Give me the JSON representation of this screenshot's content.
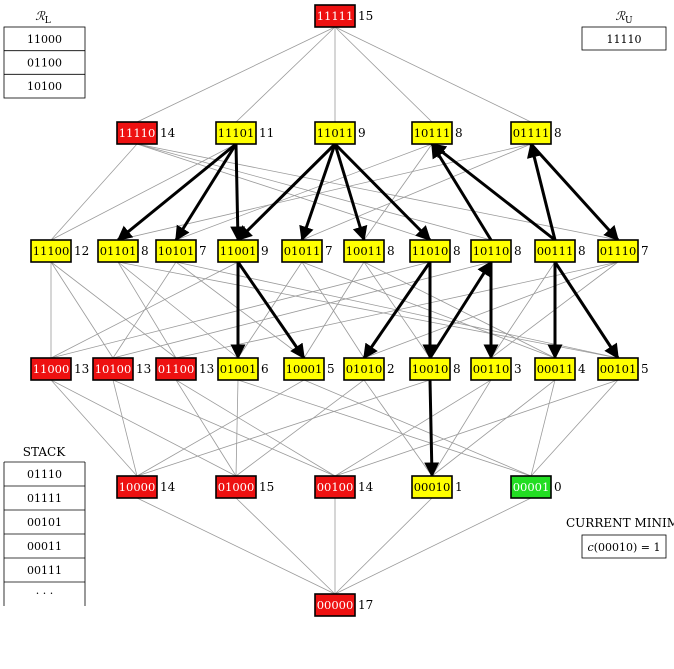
{
  "colors": {
    "red": "#ee1111",
    "yellow": "#ffff00",
    "green": "#22dd22",
    "edge": "#9a9a9a",
    "arrow": "#000000"
  },
  "nodes": [
    {
      "id": "11111",
      "cost": "15",
      "color": "red"
    },
    {
      "id": "11110",
      "cost": "14",
      "color": "red"
    },
    {
      "id": "11101",
      "cost": "11",
      "color": "yellow"
    },
    {
      "id": "11011",
      "cost": "9",
      "color": "yellow"
    },
    {
      "id": "10111",
      "cost": "8",
      "color": "yellow"
    },
    {
      "id": "01111",
      "cost": "8",
      "color": "yellow"
    },
    {
      "id": "11100",
      "cost": "12",
      "color": "yellow"
    },
    {
      "id": "01101",
      "cost": "8",
      "color": "yellow"
    },
    {
      "id": "10101",
      "cost": "7",
      "color": "yellow"
    },
    {
      "id": "11001",
      "cost": "9",
      "color": "yellow"
    },
    {
      "id": "01011",
      "cost": "7",
      "color": "yellow"
    },
    {
      "id": "10011",
      "cost": "8",
      "color": "yellow"
    },
    {
      "id": "11010",
      "cost": "8",
      "color": "yellow"
    },
    {
      "id": "10110",
      "cost": "8",
      "color": "yellow"
    },
    {
      "id": "00111",
      "cost": "8",
      "color": "yellow"
    },
    {
      "id": "01110",
      "cost": "7",
      "color": "yellow"
    },
    {
      "id": "11000",
      "cost": "13",
      "color": "red"
    },
    {
      "id": "10100",
      "cost": "13",
      "color": "red"
    },
    {
      "id": "01100",
      "cost": "13",
      "color": "red"
    },
    {
      "id": "01001",
      "cost": "6",
      "color": "yellow"
    },
    {
      "id": "10001",
      "cost": "5",
      "color": "yellow"
    },
    {
      "id": "01010",
      "cost": "2",
      "color": "yellow"
    },
    {
      "id": "10010",
      "cost": "8",
      "color": "yellow"
    },
    {
      "id": "00110",
      "cost": "3",
      "color": "yellow"
    },
    {
      "id": "00011",
      "cost": "4",
      "color": "yellow"
    },
    {
      "id": "00101",
      "cost": "5",
      "color": "yellow"
    },
    {
      "id": "10000",
      "cost": "14",
      "color": "red"
    },
    {
      "id": "01000",
      "cost": "15",
      "color": "red"
    },
    {
      "id": "00100",
      "cost": "14",
      "color": "red"
    },
    {
      "id": "00010",
      "cost": "1",
      "color": "yellow"
    },
    {
      "id": "00001",
      "cost": "0",
      "color": "green"
    },
    {
      "id": "00000",
      "cost": "17",
      "color": "red"
    }
  ],
  "arrows": [
    [
      "11101",
      "01101"
    ],
    [
      "11101",
      "10101"
    ],
    [
      "11101",
      "11001"
    ],
    [
      "11011",
      "11001"
    ],
    [
      "11011",
      "01011"
    ],
    [
      "11011",
      "10011"
    ],
    [
      "11011",
      "11010"
    ],
    [
      "10110",
      "10111"
    ],
    [
      "00111",
      "10111"
    ],
    [
      "00111",
      "01111"
    ],
    [
      "01111",
      "01110"
    ],
    [
      "11001",
      "01001"
    ],
    [
      "11001",
      "10001"
    ],
    [
      "11010",
      "01010"
    ],
    [
      "11010",
      "10010"
    ],
    [
      "10010",
      "10110"
    ],
    [
      "10110",
      "00110"
    ],
    [
      "00111",
      "00011"
    ],
    [
      "00111",
      "00101"
    ],
    [
      "10010",
      "00010"
    ]
  ],
  "panels": {
    "rl": {
      "title": "ℛₗ",
      "title_main": "ℛ",
      "title_sub": "L",
      "items": [
        "11000",
        "01100",
        "10100"
      ]
    },
    "ru": {
      "title_main": "ℛ",
      "title_sub": "U",
      "items": [
        "11110"
      ]
    },
    "stack": {
      "title": "STACK",
      "items": [
        "01110",
        "01111",
        "00101",
        "00011",
        "00111",
        "· · ·"
      ]
    },
    "current_minimum": {
      "title": "CURRENT MINIMUM",
      "value_fn": "c",
      "value_arg": "(00010) = 1"
    }
  }
}
